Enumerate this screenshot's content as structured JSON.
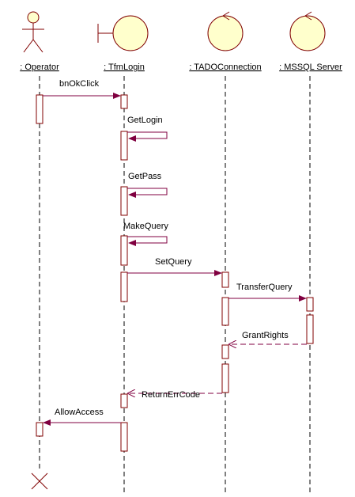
{
  "diagram": {
    "type": "uml-sequence",
    "colors": {
      "shape_stroke": "#800000",
      "object_fill": "#ffffcc",
      "message": "#800040",
      "lifeline": "#000000"
    },
    "participants": [
      {
        "id": "operator",
        "label": ": Operator",
        "kind": "actor"
      },
      {
        "id": "tfmlogin",
        "label": ": TfmLogin",
        "kind": "boundary"
      },
      {
        "id": "tadoconnection",
        "label": ": TADOConnection",
        "kind": "control"
      },
      {
        "id": "mssql",
        "label": ": MSSQL Server",
        "kind": "control"
      }
    ],
    "messages": [
      {
        "id": "bnokclick",
        "label": "bnOkClick",
        "from": "operator",
        "to": "tfmlogin",
        "kind": "sync"
      },
      {
        "id": "getlogin",
        "label": "GetLogin",
        "from": "tfmlogin",
        "to": "tfmlogin",
        "kind": "self"
      },
      {
        "id": "getpass",
        "label": "GetPass",
        "from": "tfmlogin",
        "to": "tfmlogin",
        "kind": "self"
      },
      {
        "id": "makequery",
        "label": "MakeQuery",
        "from": "tfmlogin",
        "to": "tfmlogin",
        "kind": "self"
      },
      {
        "id": "setquery",
        "label": "SetQuery",
        "from": "tfmlogin",
        "to": "tadoconnection",
        "kind": "sync"
      },
      {
        "id": "transferquery",
        "label": "TransferQuery",
        "from": "tadoconnection",
        "to": "mssql",
        "kind": "sync"
      },
      {
        "id": "grantrights",
        "label": "GrantRights",
        "from": "mssql",
        "to": "tadoconnection",
        "kind": "return"
      },
      {
        "id": "returnerrcode",
        "label": "ReturnErrCode",
        "from": "tadoconnection",
        "to": "tfmlogin",
        "kind": "return"
      },
      {
        "id": "allowaccess",
        "label": "AllowAccess",
        "from": "tfmlogin",
        "to": "operator",
        "kind": "sync"
      }
    ],
    "destroyed": [
      "operator"
    ]
  }
}
